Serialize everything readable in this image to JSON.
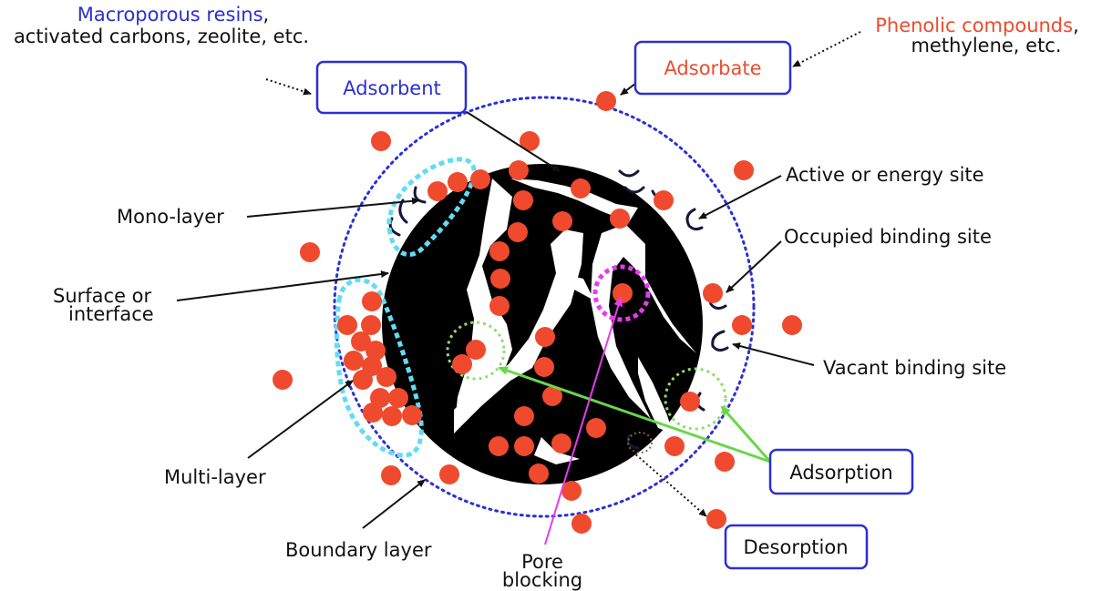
{
  "colors": {
    "blue": "#2b2fd6",
    "red": "#ef4a2e",
    "cyan": "#61dcf5",
    "green": "#8de06c",
    "green_arrow": "#6ad64a",
    "magenta": "#e83af0",
    "particle": "#000000",
    "site": "#16163a"
  },
  "header": {
    "adsorbent_examples_highlight": "Macroporous resins",
    "adsorbent_examples_comma": ",",
    "adsorbent_examples_rest": "activated carbons, zeolite, etc.",
    "adsorbate_examples_highlight": "Phenolic compounds",
    "adsorbate_examples_comma": ",",
    "adsorbate_examples_rest": "methylene, etc."
  },
  "boxes": {
    "adsorbent": "Adsorbent",
    "adsorbate": "Adsorbate",
    "adsorption": "Adsorption",
    "desorption": "Desorption"
  },
  "labels": {
    "active_site": "Active or energy site",
    "occupied_site": "Occupied binding site",
    "vacant_site": "Vacant binding site",
    "mono_layer": "Mono-layer",
    "surface_line1": "Surface or",
    "surface_line2": "interface",
    "multi_layer": "Multi-layer",
    "boundary_layer": "Boundary layer",
    "pore_line1": "Pore",
    "pore_line2": "blocking"
  },
  "icons": [
    "adsorbate-molecule-icon",
    "binding-site-icon",
    "adsorbent-particle-icon"
  ]
}
